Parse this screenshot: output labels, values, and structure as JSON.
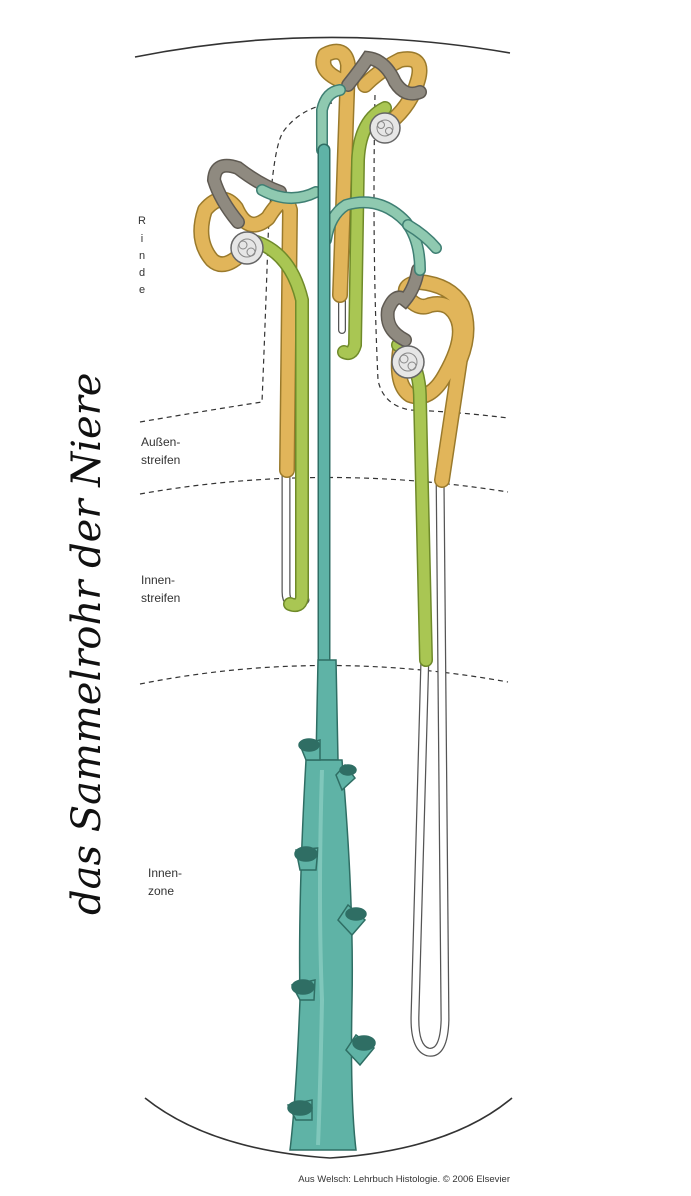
{
  "diagram": {
    "handwritten_note": "das Sammelrohr der Niere",
    "zones": {
      "rinde_letters": [
        "R",
        "i",
        "n",
        "d",
        "e"
      ],
      "aussenstreifen": [
        "Außen-",
        "streifen"
      ],
      "innenstreifen": [
        "Innen-",
        "streifen"
      ],
      "innenzone": [
        "Innen-",
        "zone"
      ]
    },
    "credit": "Aus Welsch: Lehrbuch Histologie. © 2006 Elsevier"
  },
  "colors": {
    "collecting_duct": "#5fb3a6",
    "connecting_tubule": "#8fc9b0",
    "proximal_tubule": "#e1b55a",
    "distal_tubule": "#a9c653",
    "intermediate_segment": "#ffffff",
    "macula_segment": "#8f8a80",
    "glomerulus": "#cfcfcf"
  }
}
